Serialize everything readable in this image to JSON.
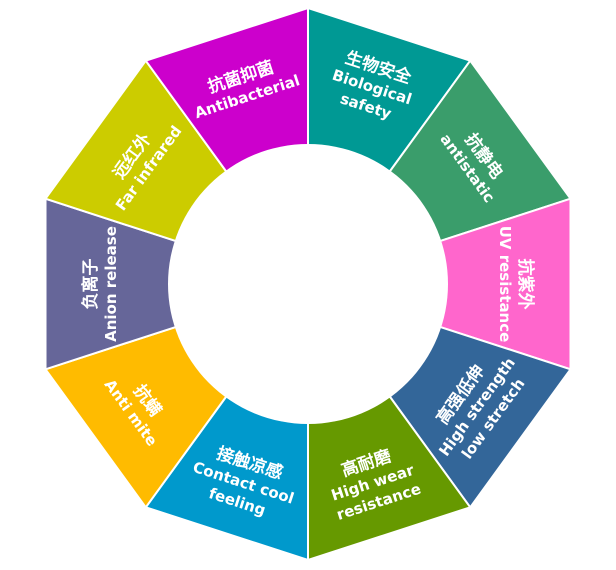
{
  "diagram": {
    "segments": [
      {
        "id": "biological-safety",
        "chinese": "生物安全",
        "english": [
          "Biological",
          "safety"
        ],
        "color": "#009994"
      },
      {
        "id": "antistatic",
        "chinese": "抗静电",
        "english": [
          "antistatic"
        ],
        "color": "#3a9d6b"
      },
      {
        "id": "uv-resistance",
        "chinese": "抗紫外",
        "english": [
          "UV resistance"
        ],
        "color": "#ff66cc"
      },
      {
        "id": "high-strength",
        "chinese": "高强低伸",
        "english": [
          "High strength",
          "low stretch"
        ],
        "color": "#336699"
      },
      {
        "id": "high-wear",
        "chinese": "高耐磨",
        "english": [
          "High wear",
          "resistance"
        ],
        "color": "#669900"
      },
      {
        "id": "contact-cool",
        "chinese": "接触凉感",
        "english": [
          "Contact cool",
          "feeling"
        ],
        "color": "#0099cc"
      },
      {
        "id": "anti-mite",
        "chinese": "抗螨",
        "english": [
          "Anti mite"
        ],
        "color": "#ffbb00"
      },
      {
        "id": "anion-release",
        "chinese": "负离子",
        "english": [
          "Anion release"
        ],
        "color": "#666699"
      },
      {
        "id": "far-infrared",
        "chinese": "远红外",
        "english": [
          "Far infrared"
        ],
        "color": "#cccc00"
      },
      {
        "id": "antibacterial",
        "chinese": "抗菌抑菌",
        "english": [
          "Antibacterial"
        ],
        "color": "#cc00cc"
      }
    ]
  }
}
